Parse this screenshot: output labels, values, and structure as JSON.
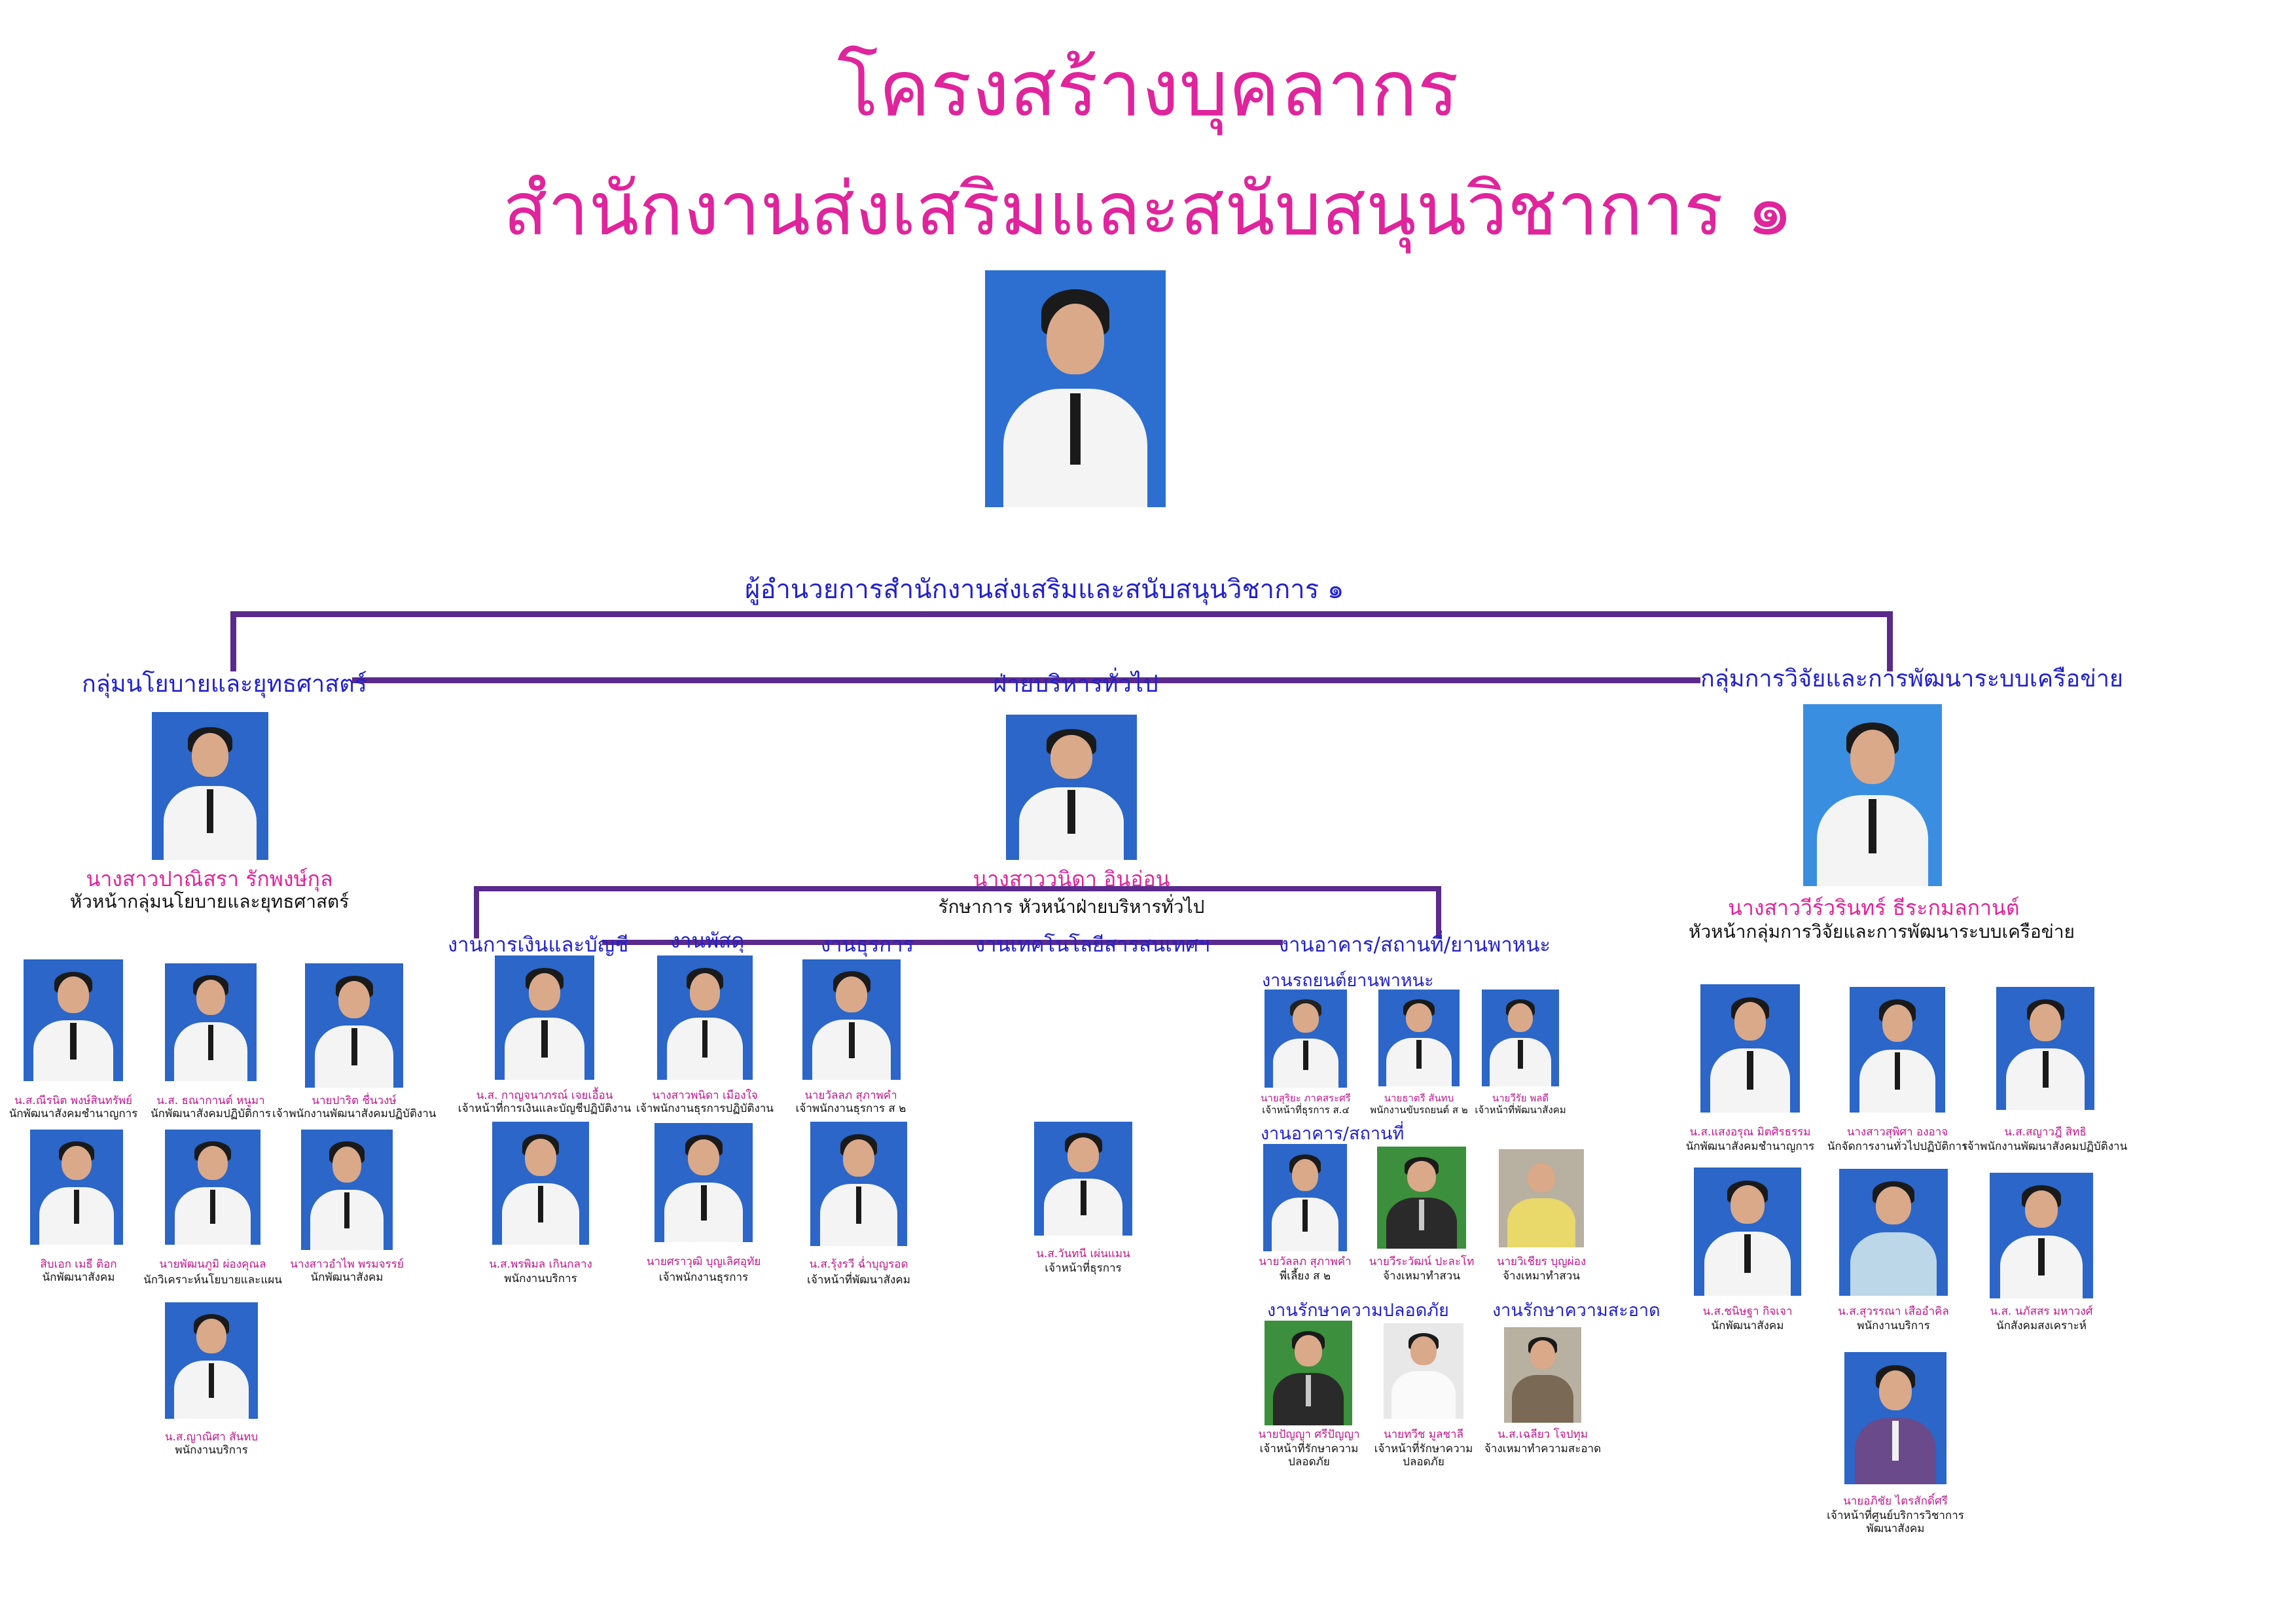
{
  "title": {
    "line1": "โครงสร้างบุคลากร",
    "line2": "สำนักงานส่งเสริมและสนับสนุนวิชาการ ๑"
  },
  "director": {
    "title": "ผู้อำนวยการสำนักงานส่งเสริมและสนับสนุนวิชาการ ๑"
  },
  "groups": {
    "policy": {
      "label": "กลุ่มนโยบายและยุทธศาสตร์",
      "head_name": "นางสาวปาณิสรา  รักพงษ์กุล",
      "head_role": "หัวหน้ากลุ่มนโยบายและยุทธศาสตร์"
    },
    "admin": {
      "label": "ฝ่ายบริหารทั่วไป",
      "head_name": "นางสาววนิดา  อินอ่อน",
      "head_role": "รักษาการ หัวหน้าฝ่ายบริหารทั่วไป"
    },
    "research": {
      "label": "กลุ่มการวิจัยและการพัฒนาระบบเครือข่าย",
      "head_name": "นางสาววีร์วรินทร์  ธีระกมลกานต์",
      "head_role": "หัวหน้ากลุ่มการวิจัยและการพัฒนาระบบเครือข่าย"
    }
  },
  "sections": {
    "finance": "งานการเงินและบัญชี",
    "supply": "งานพัสดุ",
    "general": "งานธุรการ",
    "it": "งานเทคโนโลยีสารสนเทศฯ",
    "building": "งานอาคาร/สถานที่/ยานพาหนะ",
    "vehicle": "งานรถยนต์ยานพาหนะ",
    "building2": "งานอาคาร/สถานที่",
    "security": "งานรักษาความปลอดภัย",
    "cleaning": "งานรักษาความสะอาด"
  },
  "policy_staff": [
    {
      "name": "น.ส.ณีรนิต  พงษ์สินทรัพย์",
      "role": "นักพัฒนาสังคมชำนาญการ"
    },
    {
      "name": "น.ส. ธณากานต์  หนูมา",
      "role": "นักพัฒนาสังคมปฏิบัติการ"
    },
    {
      "name": "นายปาริต  ชื่นวงษ์",
      "role": "เจ้าพนักงานพัฒนาสังคมปฏิบัติงาน"
    },
    {
      "name": "สิบเอก เมธี  ติอก",
      "role": "นักพัฒนาสังคม"
    },
    {
      "name": "นายพัฒนภูมิ  ผ่องคุณล",
      "role": "นักวิเคราะห์นโยบายและแผน"
    },
    {
      "name": "นางสาวอำไพ  พรมจรรย์",
      "role": "นักพัฒนาสังคม"
    },
    {
      "name": "น.ส.ญาณิศา  สันทบ",
      "role": "พนักงานบริการ"
    }
  ],
  "admin_staff": [
    {
      "name": "น.ส. กาญจนาภรณ์  เจยเอื้อน",
      "role": "เจ้าหน้าที่การเงินและบัญชีปฏิบัติงาน"
    },
    {
      "name": "นางสาวพนิดา  เมืองใจ",
      "role": "เจ้าพนักงานธุรการปฏิบัติงาน"
    },
    {
      "name": "นายวัลลภ  สุภาพคำ",
      "role": "เจ้าพนักงานธุรการ ส ๒"
    },
    {
      "name": "น.ส.พรพิมล  เกินกลาง",
      "role": "พนักงานบริการ"
    },
    {
      "name": "นายศราวุฒิ  บุญเลิศอุทัย",
      "role": "เจ้าพนักงานธุรการ"
    },
    {
      "name": "น.ส.รุ้งรวี  ฉ่ำบุญรอด",
      "role": "เจ้าหน้าที่พัฒนาสังคม"
    },
    {
      "name": "น.ส.วันทนี  เผ่นแมน",
      "role": "เจ้าหน้าที่ธุรการ"
    }
  ],
  "vehicle_staff": [
    {
      "name": "นายสุริยะ  ภาคสระศรี",
      "role": "เจ้าหน้าที่ธุรการ ส.๔"
    },
    {
      "name": "นายธาตรี  สันทบ",
      "role": "พนักงานขับรถยนต์ ส ๒"
    },
    {
      "name": "นายวีรัย  พลดี",
      "role": "เจ้าหน้าที่พัฒนาสังคม"
    }
  ],
  "building_staff": [
    {
      "name": "นายวัลลภ  สุภาพคำ",
      "role": "พี่เลี้ยง ส ๒"
    },
    {
      "name": "นายวีระวัฒน์  ปะละโท",
      "role": "จ้างเหมาทำสวน"
    },
    {
      "name": "นายวิเชียร  บุญผ่อง",
      "role": "จ้างเหมาทำสวน"
    }
  ],
  "security_staff": [
    {
      "name": "นายปัญญา  ศรีปัญญา",
      "role": "เจ้าหน้าที่รักษาความปลอดภัย"
    },
    {
      "name": "นายทวีช  มูลชาลี",
      "role": "เจ้าหน้าที่รักษาความปลอดภัย"
    }
  ],
  "cleaning_staff": [
    {
      "name": "น.ส.เฉลียว  โจปทุม",
      "role": "จ้างเหมาทำความสะอาด"
    }
  ],
  "research_staff": [
    {
      "name": "น.ส.แสงอรุณ  มิตศิรธรรม",
      "role": "นักพัฒนาสังคมชำนาญการ"
    },
    {
      "name": "นางสาวสุพิศา  องอาจ",
      "role": "นักจัดการงานทั่วไปปฏิบัติการ"
    },
    {
      "name": "น.ส.สญาวฎี  สิทธิ",
      "role": "เจ้าพนักงานพัฒนาสังคมปฏิบัติงาน"
    },
    {
      "name": "น.ส.ชนิษฐา  กิจเจา",
      "role": "นักพัฒนาสังคม"
    },
    {
      "name": "น.ส.สุวรรณา  เสืออำคิล",
      "role": "พนักงานบริการ"
    },
    {
      "name": "น.ส. นภัสสร มหาวงศ์",
      "role": "นักสังคมสงเคราะห์"
    },
    {
      "name": "นายอภิชัย  ไตรสักดิ์ศรี",
      "role": "เจ้าหน้าที่ศูนย์บริการวิชาการพัฒนาสังคม"
    }
  ]
}
